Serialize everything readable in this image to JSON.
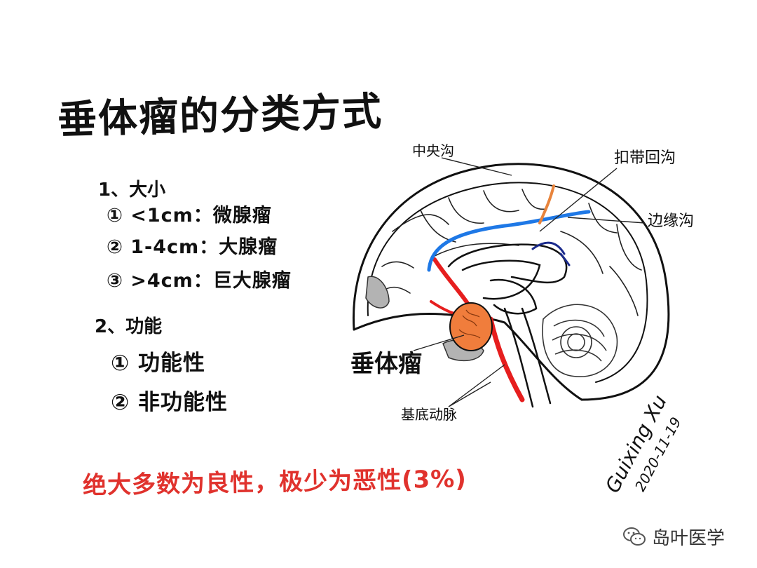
{
  "title": "垂体瘤的分类方式",
  "sections": [
    {
      "heading": "1、大小",
      "items": [
        "① <1cm：微腺瘤",
        "② 1-4cm：大腺瘤",
        "③ >4cm：巨大腺瘤"
      ]
    },
    {
      "heading": "2、功能",
      "items": [
        "① 功能性",
        "② 非功能性"
      ]
    }
  ],
  "note": "绝大多数为良性，极少为恶性(3%)",
  "diagram_labels": {
    "central_sulcus": "中央沟",
    "cingulate_sulcus": "扣带回沟",
    "marginal_sulcus": "边缘沟",
    "pituitary_tumor": "垂体瘤",
    "basilar_artery": "基底动脉"
  },
  "signature": {
    "name": "Guixing Xu",
    "date": "2020-11-19"
  },
  "watermark": "岛叶医学",
  "colors": {
    "tumor": "#f07d3c",
    "artery": "#e61e1e",
    "sulcus_blue": "#1e78e6",
    "sulcus_navy": "#1a2a8c",
    "sulcus_orange": "#e8843c",
    "note_red": "#e0322d"
  },
  "icons": [
    "wechat-icon"
  ]
}
